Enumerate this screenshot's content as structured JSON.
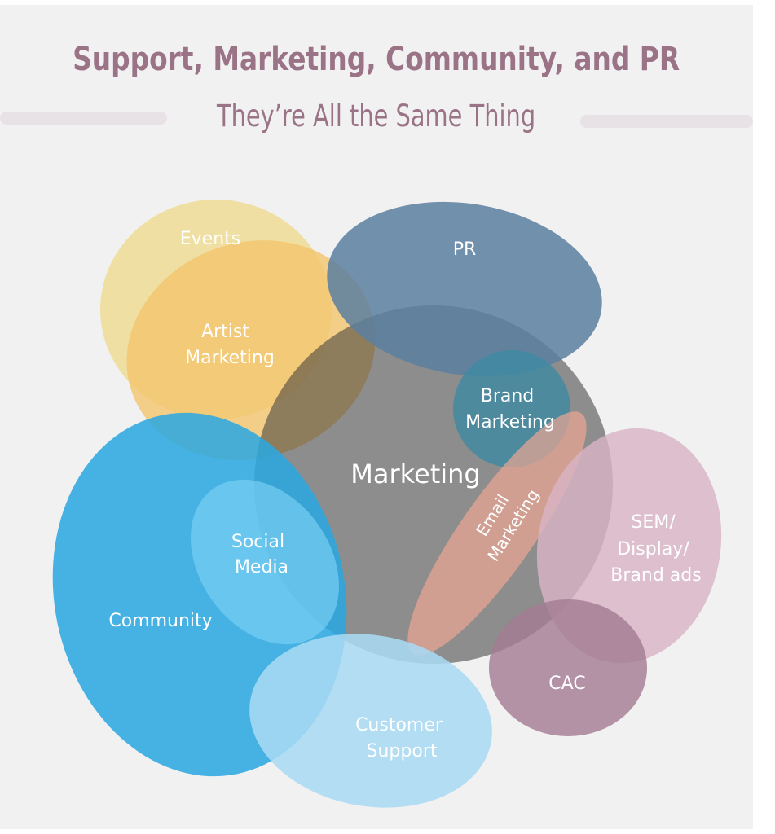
{
  "header": {
    "title": "Support, Marketing, Community, and PR",
    "subtitle": "They’re All the Same Thing"
  },
  "diagram": {
    "sets": [
      {
        "id": "events",
        "label": [
          "Events"
        ],
        "color": "#f0dc95"
      },
      {
        "id": "artist-marketing",
        "label": [
          "Artist",
          "Marketing"
        ],
        "color": "#f4c46a"
      },
      {
        "id": "pr",
        "label": [
          "PR"
        ],
        "color": "#5b7fa0"
      },
      {
        "id": "marketing",
        "label": [
          "Marketing"
        ],
        "color": "#3b3b3b"
      },
      {
        "id": "brand-marketing",
        "label": [
          "Brand",
          "Marketing"
        ],
        "color": "#3f8aa3"
      },
      {
        "id": "community",
        "label": [
          "Community"
        ],
        "color": "#2aa8e2"
      },
      {
        "id": "social-media",
        "label": [
          "Social",
          "Media"
        ],
        "color": "#7dd2f5"
      },
      {
        "id": "email-marketing",
        "label": [
          "Email",
          "Marketing"
        ],
        "color": "#f0a894"
      },
      {
        "id": "sem-display-brand-ads",
        "label": [
          "SEM/",
          "Display/",
          "Brand ads"
        ],
        "color": "#d8b3c5"
      },
      {
        "id": "cac",
        "label": [
          "CAC"
        ],
        "color": "#a37d93"
      },
      {
        "id": "customer-support",
        "label": [
          "Customer",
          "Support"
        ],
        "color": "#a9daf2"
      }
    ]
  }
}
